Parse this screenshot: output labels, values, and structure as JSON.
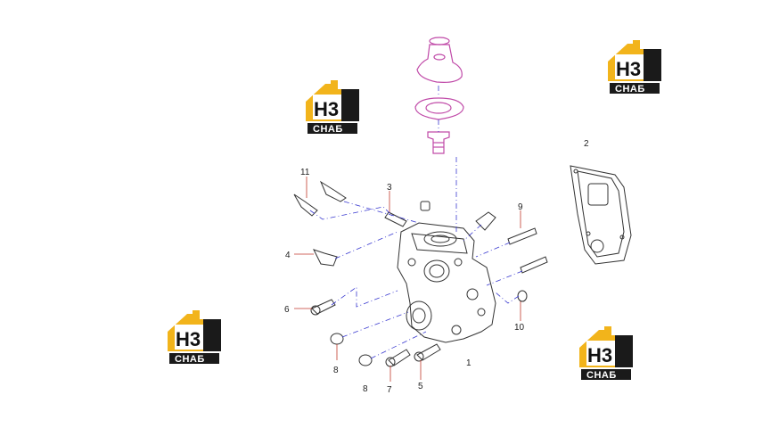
{
  "diagram": {
    "callouts": [
      "1",
      "2",
      "3",
      "4",
      "5",
      "6",
      "7",
      "8",
      "8",
      "9",
      "10",
      "11"
    ]
  },
  "logo": {
    "mark": "H3",
    "caption": "СНАБ",
    "color_yellow": "#f2b41b",
    "color_dark": "#1a1a1a"
  },
  "colors": {
    "part_line": "#333333",
    "pink_part": "#c04aa8",
    "leader_blue": "#3a3ad0",
    "leader_red": "#c0392b"
  }
}
